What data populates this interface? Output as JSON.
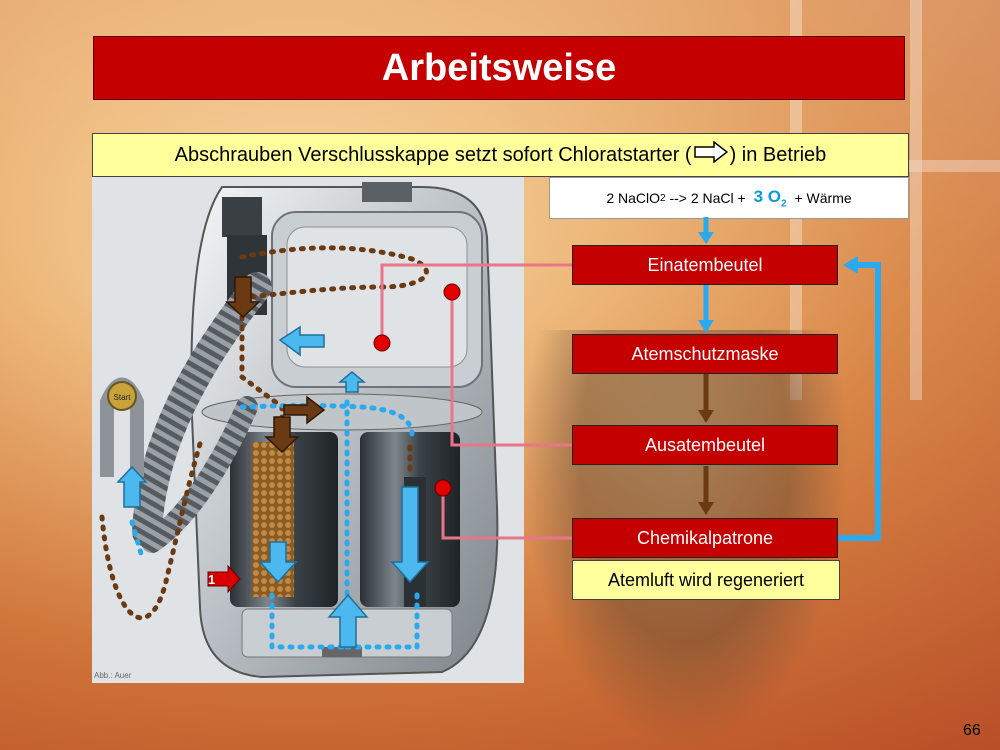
{
  "title": "Arbeitsweise",
  "instruction": {
    "before": "Abschrauben Verschlusskappe setzt sofort Chloratstarter (",
    "after": ") in Betrieb"
  },
  "formula": {
    "part1": "2 NaClO",
    "sub1": "2",
    "part2": " --> 2 NaCl + ",
    "o2": "3 O",
    "sub2": "2",
    "part3": " + Wärme"
  },
  "flow": {
    "step1": "Einatembeutel",
    "step2": "Atemschutzmaske",
    "step3": "Ausatembeutel",
    "step4": "Chemikalpatrone",
    "result": "Atemluft wird regeneriert"
  },
  "device": {
    "start_label": "Start",
    "marker_number": "1",
    "credit": "Abb.: Auer"
  },
  "colors": {
    "title_red": "#c40000",
    "highlight_yellow": "#ffff9c",
    "oxygen_blue": "#29a9ef",
    "exhale_brown": "#6b3a12",
    "connector_pink": "#e8758a",
    "point_red": "#e00000"
  },
  "page_number": "66"
}
